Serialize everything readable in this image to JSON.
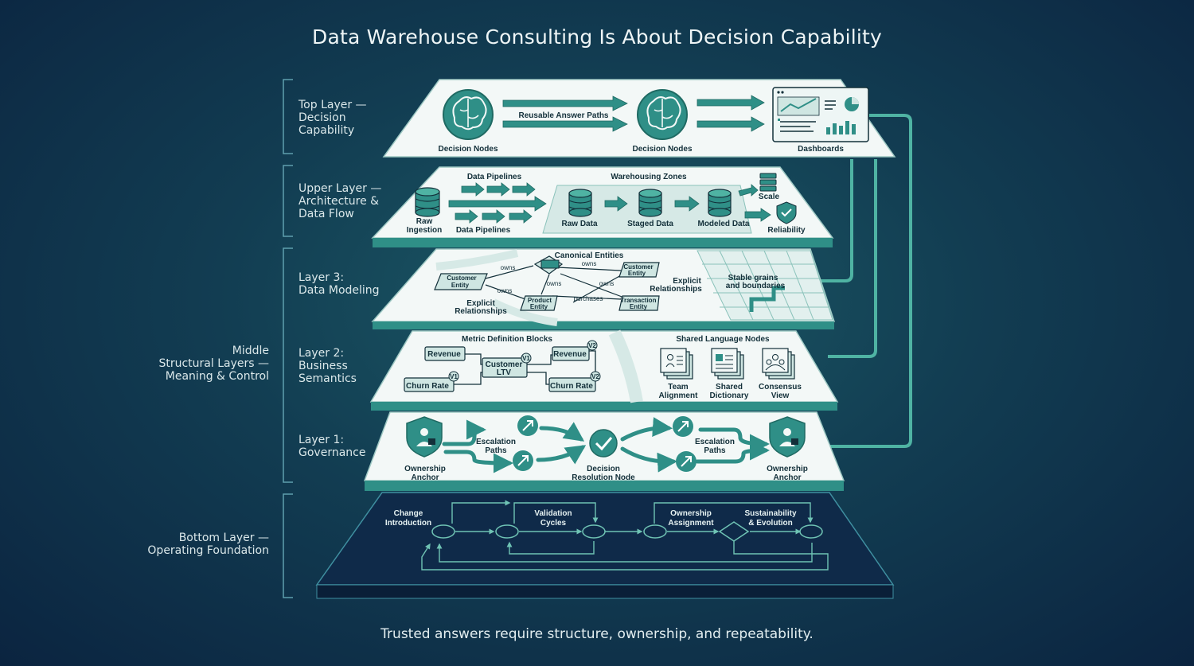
{
  "title": "Data Warehouse Consulting Is About Decision Capability",
  "footer": "Trusted answers require structure, ownership, and repeatability.",
  "colors": {
    "teal": "#2f8f87",
    "teal_light": "#cfe6e2",
    "panel": "#f3f8f7",
    "ink": "#13303a",
    "line": "#6fc3b4"
  },
  "side_labels": {
    "top": [
      "Top Layer —",
      "Decision",
      "Capability"
    ],
    "upper": [
      "Upper Layer —",
      "Architecture &",
      "Data Flow"
    ],
    "layer3": [
      "Layer 3:",
      "Data Modeling"
    ],
    "layer2": [
      "Layer 2:",
      "Business",
      "Semantics"
    ],
    "layer1": [
      "Layer 1:",
      "Governance"
    ],
    "middle": [
      "Middle",
      "Structural Layers —",
      "Meaning & Control"
    ],
    "bottom": [
      "Bottom Layer —",
      "Operating Foundation"
    ]
  },
  "top_layer": {
    "node1": "Decision Nodes",
    "paths": "Reusable Answer Paths",
    "node2": "Decision Nodes",
    "dashboards": "Dashboards"
  },
  "upper_layer": {
    "raw": [
      "Raw",
      "Ingestion"
    ],
    "pipelines_top": "Data Pipelines",
    "pipelines_bottom": "Data Pipelines",
    "zones": "Warehousing Zones",
    "raw_data": "Raw Data",
    "staged_data": "Staged Data",
    "modeled_data": "Modeled Data",
    "scale": "Scale",
    "reliability": "Reliability"
  },
  "layer3": {
    "canonical": "Canonical Entities",
    "customer_left": [
      "Customer",
      "Entity"
    ],
    "customer_right": [
      "Customer",
      "Entity"
    ],
    "product": [
      "Product",
      "Entity"
    ],
    "transaction": [
      "Transaction",
      "Entity"
    ],
    "owns": "owns",
    "purchases": "purchases",
    "explicit_left": [
      "Explicit",
      "Relationships"
    ],
    "explicit_right": [
      "Explicit",
      "Relationships"
    ],
    "stable": [
      "Stable grains",
      "and boundaries"
    ]
  },
  "layer2": {
    "metric_blocks": "Metric Definition Blocks",
    "revenue": "Revenue",
    "churn": "Churn Rate",
    "ltv": [
      "Customer",
      "LTV"
    ],
    "v1": "V1",
    "v2": "V2",
    "shared_nodes": "Shared Language Nodes",
    "team": [
      "Team",
      "Alignment"
    ],
    "dictionary": [
      "Shared",
      "Dictionary"
    ],
    "consensus": [
      "Consensus",
      "View"
    ]
  },
  "layer1": {
    "owner_left": [
      "Ownership",
      "Anchor"
    ],
    "escalation_left": [
      "Escalation",
      "Paths"
    ],
    "decision": [
      "Decision",
      "Resolution Node"
    ],
    "escalation_right": [
      "Escalation",
      "Paths"
    ],
    "owner_right": [
      "Ownership",
      "Anchor"
    ]
  },
  "bottom_layer": {
    "change": [
      "Change",
      "Introduction"
    ],
    "validation": [
      "Validation",
      "Cycles"
    ],
    "ownership": [
      "Ownership",
      "Assignment"
    ],
    "sustain": [
      "Sustainability",
      "& Evolution"
    ]
  }
}
